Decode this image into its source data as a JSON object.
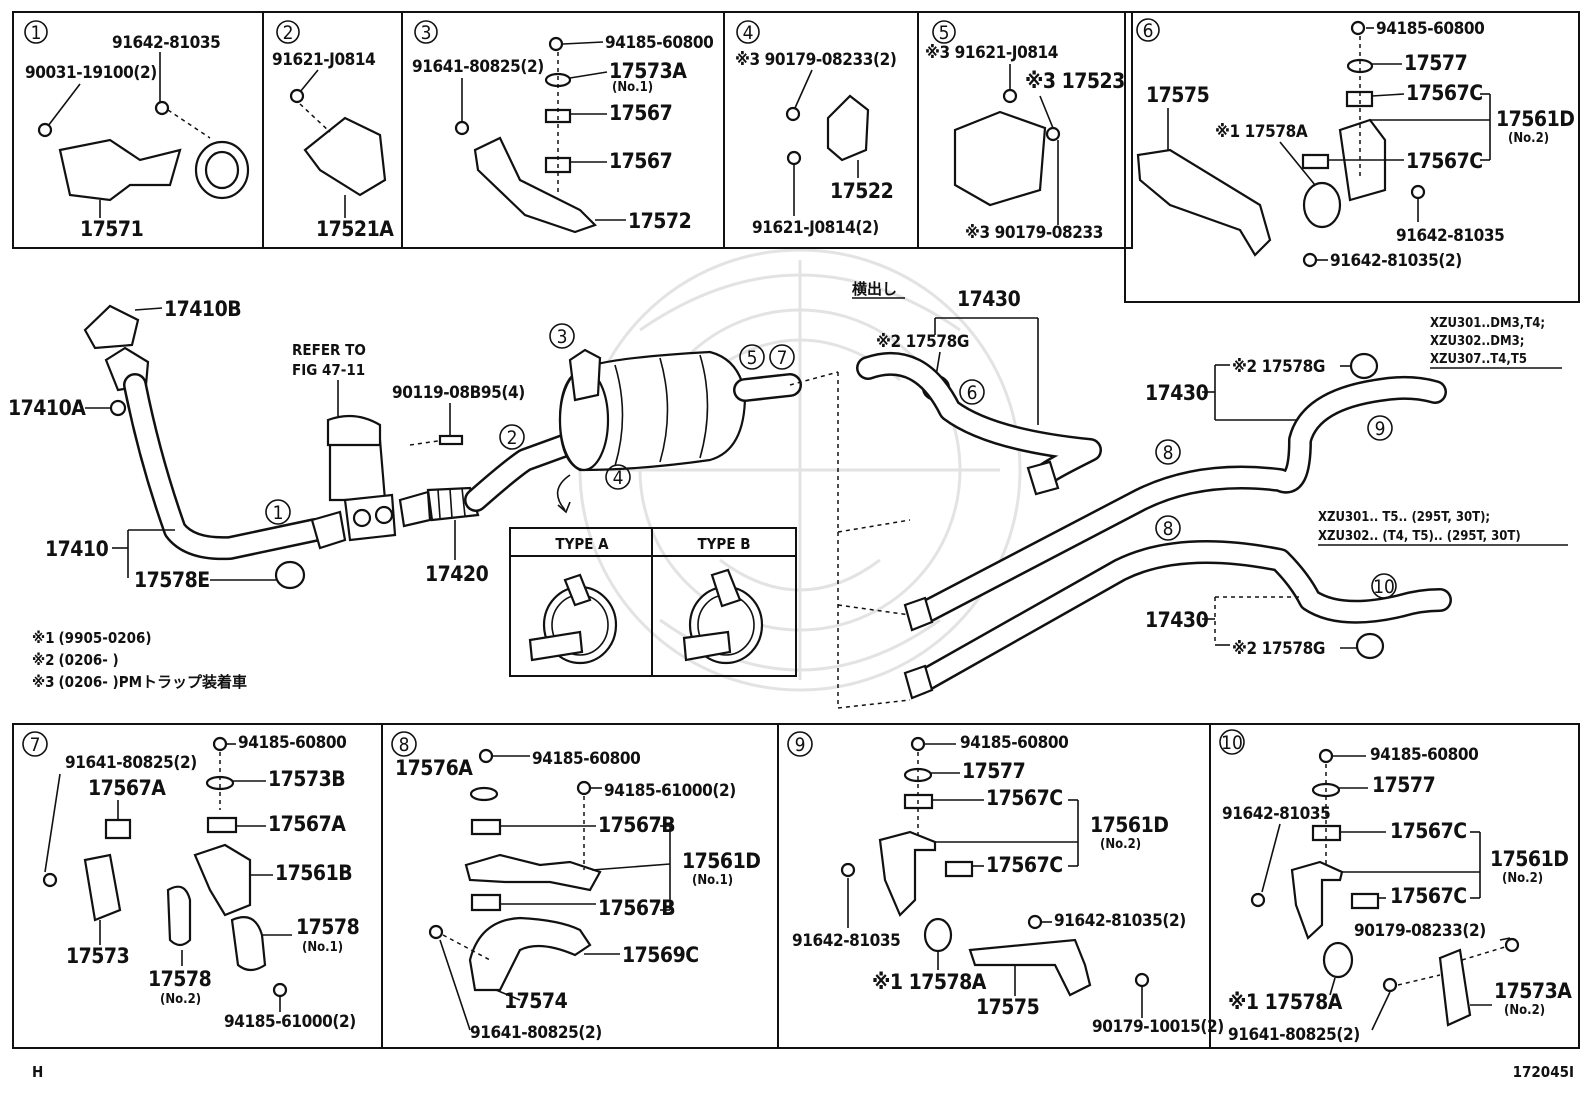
{
  "diagram_id": "172045I",
  "corner_mark": "H",
  "yokodashi_label": "横出し",
  "refer_to": [
    "REFER TO",
    "FIG 47-11"
  ],
  "footnotes": [
    {
      "mark": "※1",
      "text": "(9905-0206)"
    },
    {
      "mark": "※2",
      "text": "(0206-      )"
    },
    {
      "mark": "※3",
      "text": "(0206-      )PMトラップ装着車"
    }
  ],
  "type_table": {
    "a": "TYPE A",
    "b": "TYPE B"
  },
  "variant_notes": {
    "pipe9": [
      "XZU301..DM3,T4;",
      "XZU302..DM3;",
      "XZU307..T4,T5"
    ],
    "pipe10": [
      "XZU301.. T5.. (295T, 30T);",
      "XZU302.. (T4, T5).. (295T, 30T)"
    ]
  },
  "circle_numbers": [
    "1",
    "2",
    "3",
    "4",
    "5",
    "6",
    "7",
    "8",
    "9",
    "10"
  ],
  "top_boxes": {
    "b1": {
      "parts": [
        "91642-81035",
        "90031-19100(2)",
        "17571"
      ]
    },
    "b2": {
      "parts": [
        "91621-J0814",
        "17521A"
      ]
    },
    "b3": {
      "parts": [
        "94185-60800",
        "91641-80825(2)",
        "17573A",
        "(No.1)",
        "17567",
        "17567",
        "17572"
      ]
    },
    "b4": {
      "parts": [
        "※3 90179-08233(2)",
        "17522",
        "91621-J0814(2)"
      ]
    },
    "b5": {
      "parts": [
        "※3 91621-J0814",
        "※3 17523",
        "※3 90179-08233"
      ]
    },
    "b6": {
      "parts": [
        "94185-60800",
        "17577",
        "17575",
        "17567C",
        "※1 17578A",
        "17561D",
        "(No.2)",
        "17567C",
        "91642-81035",
        "91642-81035(2)"
      ]
    }
  },
  "main": {
    "parts": [
      "17410B",
      "17410A",
      "17410",
      "17578E",
      "90119-08B95(4)",
      "17420",
      "17430",
      "※2 17578G",
      "17430",
      "※2 17578G",
      "17430",
      "※2 17578G"
    ]
  },
  "bottom_boxes": {
    "b7": {
      "parts": [
        "94185-60800",
        "91641-80825(2)",
        "17573B",
        "17567A",
        "17567A",
        "17561B",
        "17578",
        "(No.1)",
        "17573",
        "17578",
        "(No.2)",
        "94185-61000(2)"
      ]
    },
    "b8": {
      "parts": [
        "17576A",
        "94185-60800",
        "94185-61000(2)",
        "17567B",
        "17561D",
        "(No.1)",
        "17567B",
        "17569C",
        "17574",
        "91641-80825(2)"
      ]
    },
    "b9": {
      "parts": [
        "94185-60800",
        "17577",
        "17567C",
        "17561D",
        "(No.2)",
        "17567C",
        "91642-81035",
        "91642-81035(2)",
        "※1 17578A",
        "17575",
        "90179-10015(2)"
      ]
    },
    "b10": {
      "parts": [
        "94185-60800",
        "17577",
        "91642-81035",
        "17567C",
        "17561D",
        "(No.2)",
        "17567C",
        "90179-08233(2)",
        "※1 17578A",
        "17573A",
        "(No.2)",
        "91641-80825(2)"
      ]
    }
  }
}
